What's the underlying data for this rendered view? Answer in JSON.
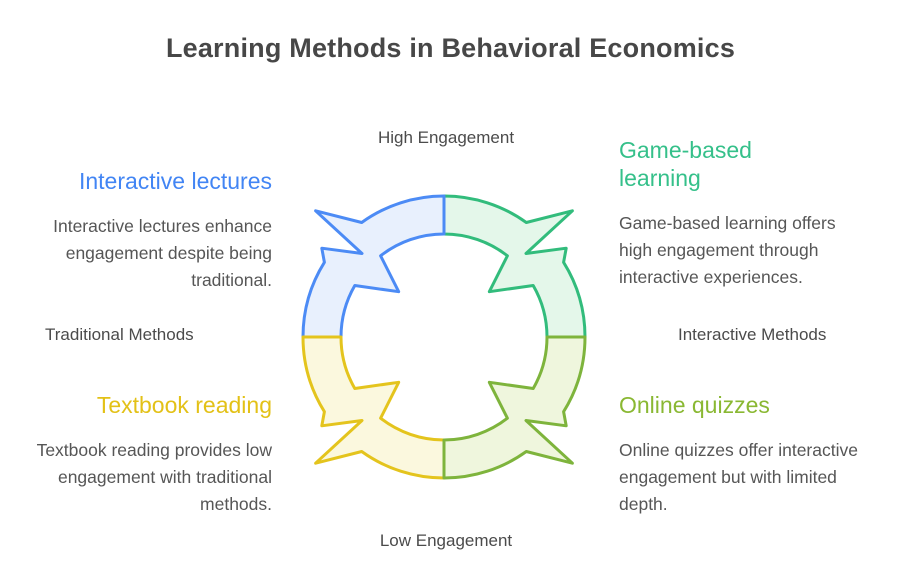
{
  "title": "Learning Methods in Behavioral Economics",
  "axes": {
    "top": "High Engagement",
    "bottom": "Low Engagement",
    "left": "Traditional Methods",
    "right": "Interactive Methods"
  },
  "quadrants": [
    {
      "id": "interactive-lectures",
      "heading": "Interactive lectures",
      "description": "Interactive lectures enhance engagement despite being traditional.",
      "heading_color": "#4285f4",
      "stroke": "#4c8bf5",
      "fill": "#e8f0fd"
    },
    {
      "id": "game-based-learning",
      "heading": "Game-based learning",
      "description": "Game-based learning offers high engagement through interactive experiences.",
      "heading_color": "#35c08a",
      "stroke": "#32bc7c",
      "fill": "#e4f7ea"
    },
    {
      "id": "textbook-reading",
      "heading": "Textbook reading",
      "description": "Textbook reading provides low engagement with traditional methods.",
      "heading_color": "#e3c117",
      "stroke": "#e4c41d",
      "fill": "#fbf8de"
    },
    {
      "id": "online-quizzes",
      "heading": "Online quizzes",
      "description": "Online quizzes offer interactive engagement but with limited depth.",
      "heading_color": "#8ab833",
      "stroke": "#7eb43c",
      "fill": "#eff6dd"
    }
  ],
  "colors": {
    "title_text": "#474747",
    "body_text": "#565656",
    "axis_text": "#4b4b4b",
    "background": "#ffffff"
  }
}
